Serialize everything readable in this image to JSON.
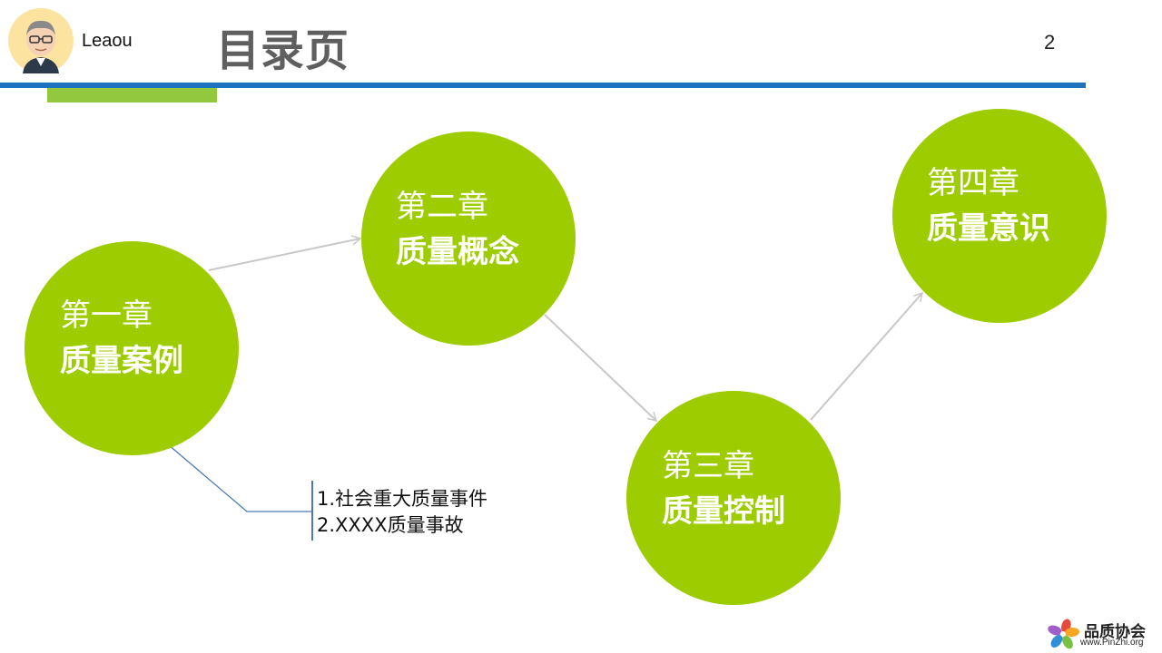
{
  "header": {
    "author": "Leaou",
    "title": "目录页",
    "page_number": "2"
  },
  "colors": {
    "circle": "#9dcc00",
    "rule_blue": "#1e73be",
    "rule_green": "#92c83e",
    "connector": "#c8c8c8",
    "callout_line": "#4a7ab5"
  },
  "chapters": [
    {
      "number": "第一章",
      "name": "质量案例"
    },
    {
      "number": "第二章",
      "name": "质量概念"
    },
    {
      "number": "第三章",
      "name": "质量控制"
    },
    {
      "number": "第四章",
      "name": "质量意识"
    }
  ],
  "chapter_one_topics": [
    "1.社会重大质量事件",
    "2.XXXX质量事故"
  ],
  "logo": {
    "name": "品质协会",
    "url": "www.PinZhi.org"
  }
}
